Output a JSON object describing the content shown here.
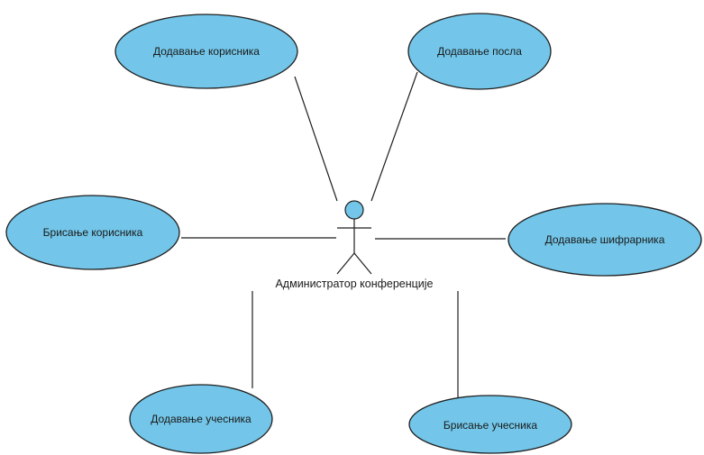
{
  "diagram": {
    "type": "use-case",
    "colors": {
      "use_case_fill": "#73c6e9",
      "actor_head_fill": "#73c6e9",
      "line": "#1f1f1f"
    },
    "actor": {
      "label": "Администратор конференције"
    },
    "use_cases": [
      {
        "id": "add-user",
        "label": "Додавање корисника"
      },
      {
        "id": "add-job",
        "label": "Додавање посла"
      },
      {
        "id": "delete-user",
        "label": "Брисање корисника"
      },
      {
        "id": "add-codebook",
        "label": "Додавање шифрарника"
      },
      {
        "id": "add-participant",
        "label": "Додавање учесника"
      },
      {
        "id": "delete-participant",
        "label": "Брисање учесника"
      }
    ],
    "associations": [
      {
        "from": "actor",
        "to": "add-user"
      },
      {
        "from": "actor",
        "to": "add-job"
      },
      {
        "from": "actor",
        "to": "delete-user"
      },
      {
        "from": "actor",
        "to": "add-codebook"
      },
      {
        "from": "actor",
        "to": "add-participant"
      },
      {
        "from": "actor",
        "to": "delete-participant"
      }
    ]
  }
}
